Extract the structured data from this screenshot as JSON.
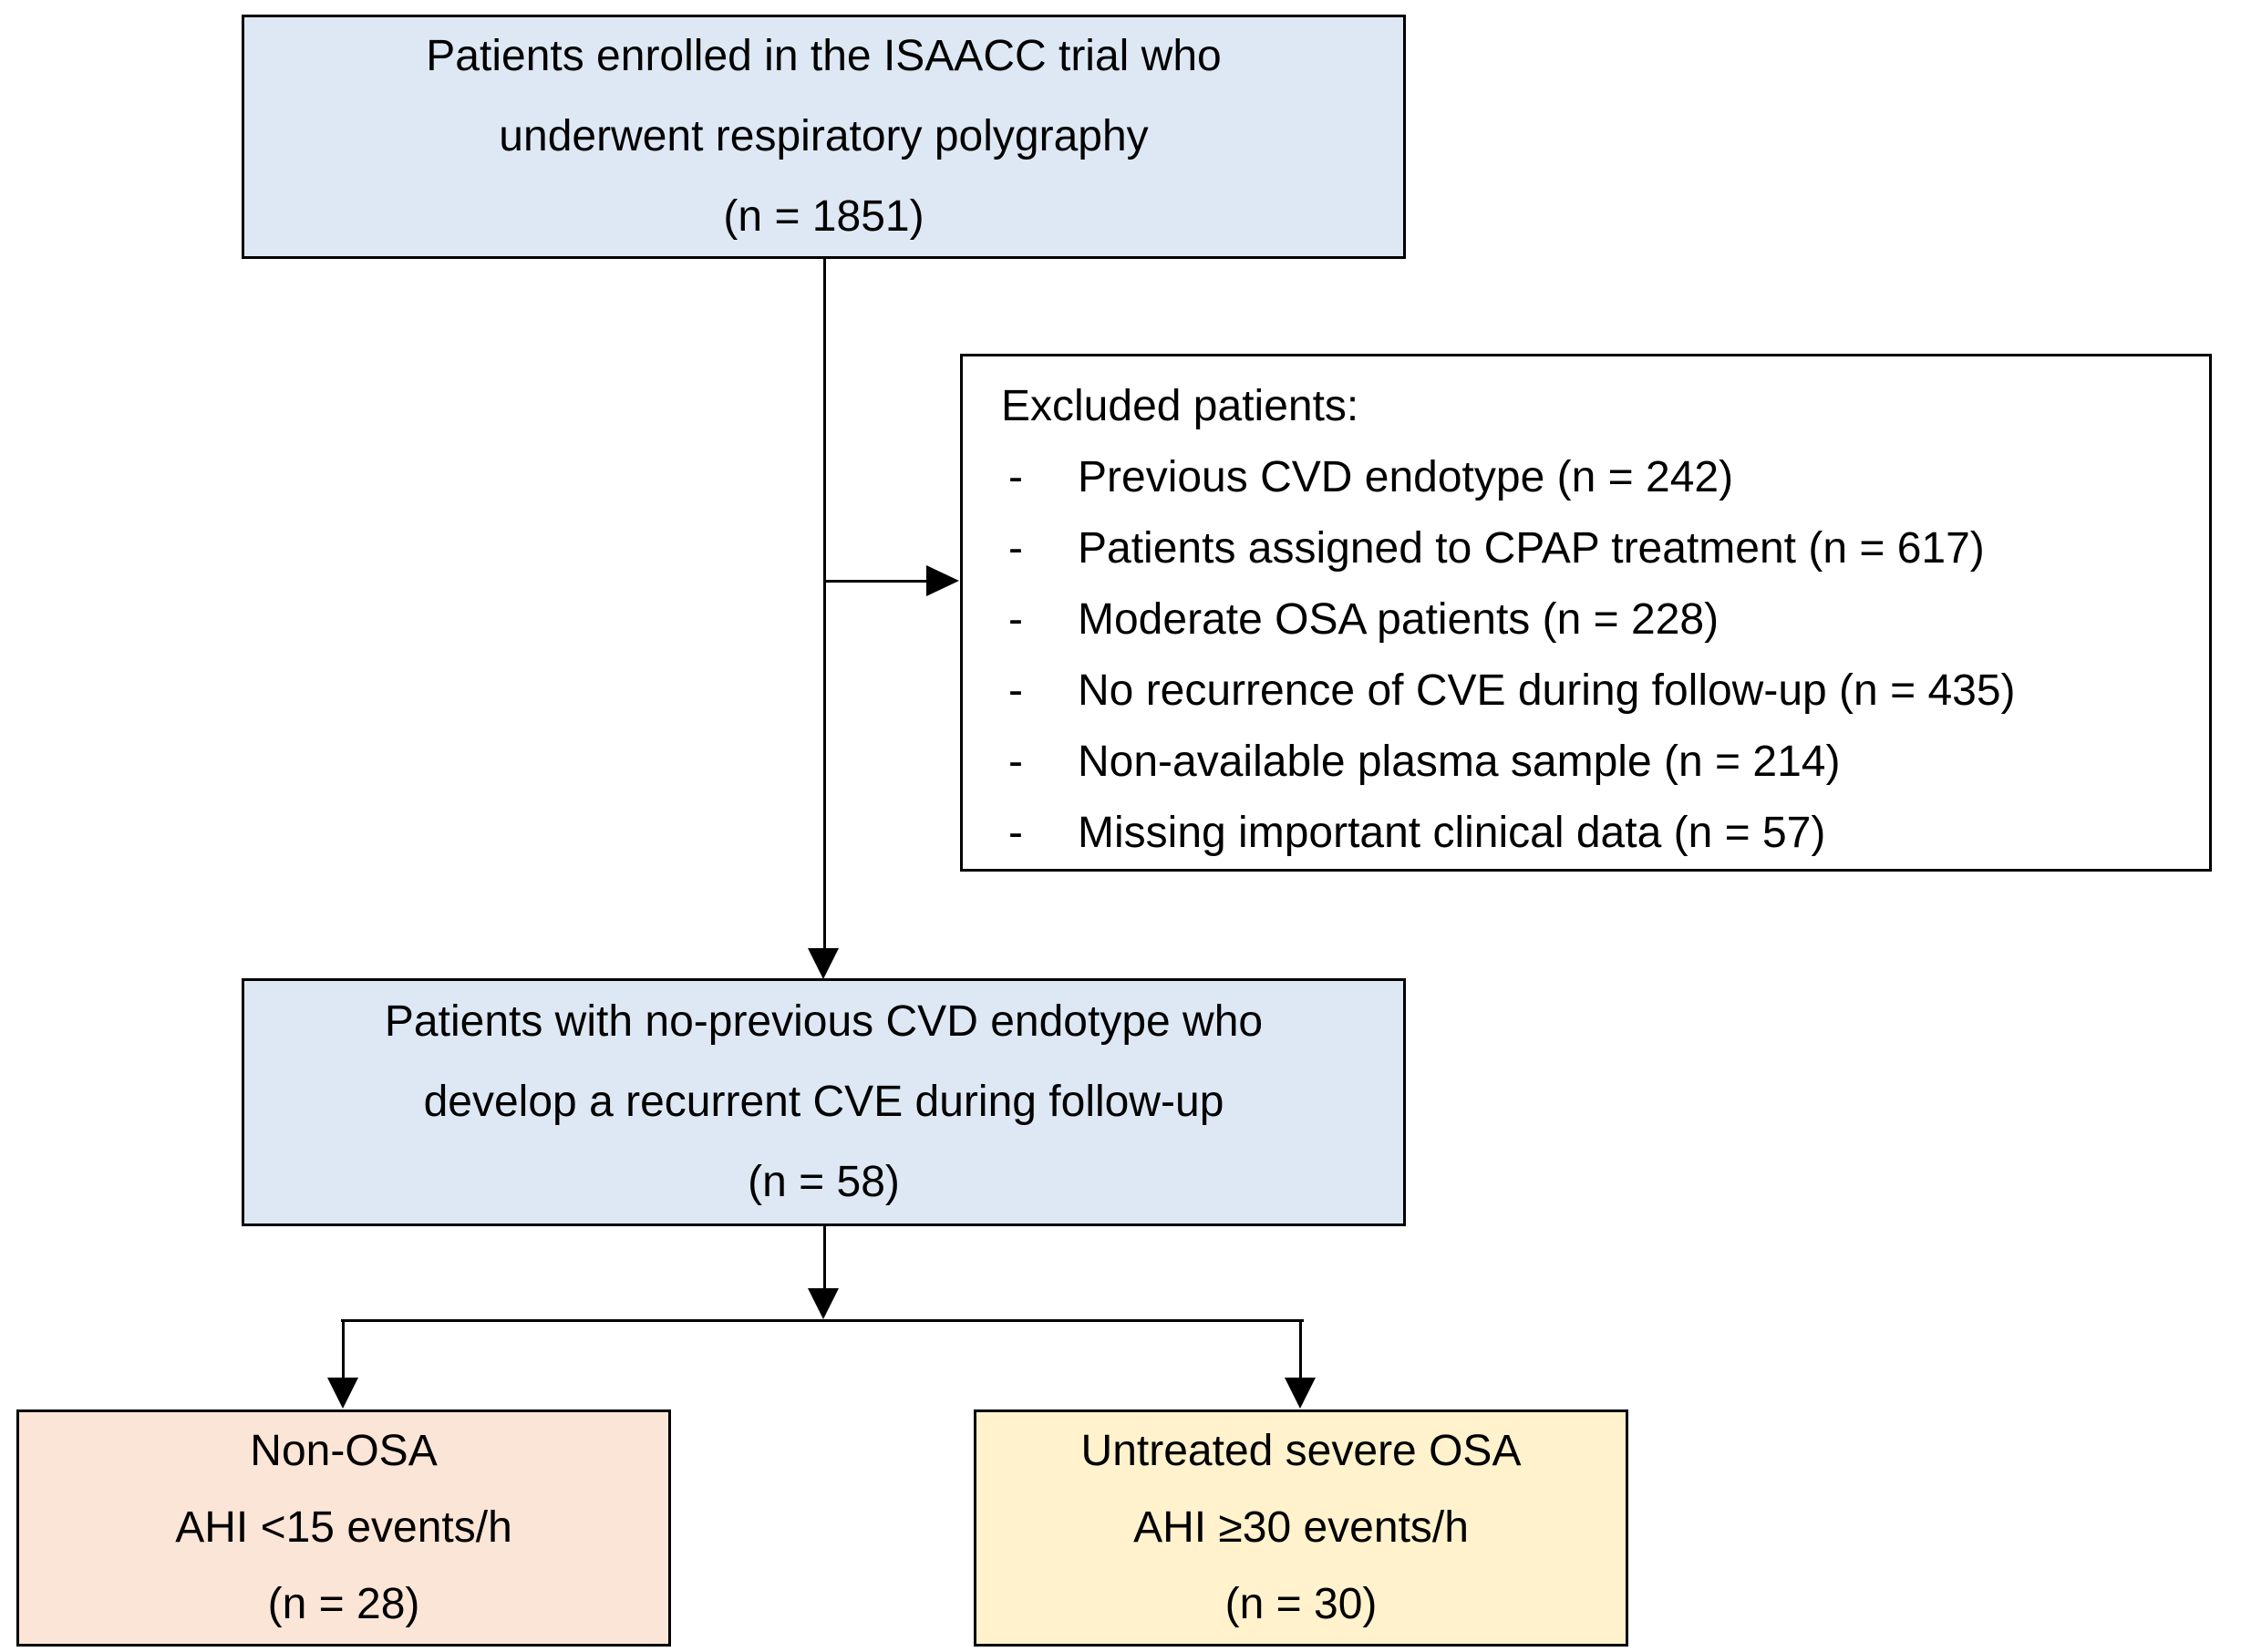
{
  "figure": {
    "type": "patient-flow-diagram",
    "boxes": {
      "enrolled": {
        "lines": [
          "Patients enrolled in the ISAACC trial who",
          "underwent respiratory polygraphy",
          "(n = 1851)"
        ],
        "fill": "#dde8f4"
      },
      "excluded": {
        "title": "Excluded patients:",
        "bullet": "-",
        "items": [
          "Previous CVD endotype (n = 242)",
          "Patients assigned to CPAP treatment (n = 617)",
          "Moderate OSA patients (n = 228)",
          "No recurrence of CVE during follow-up (n = 435)",
          "Non-available plasma sample (n = 214)",
          "Missing important clinical data (n = 57)"
        ],
        "fill": "#ffffff"
      },
      "cohort": {
        "lines": [
          "Patients with no-previous CVD endotype who",
          "develop a recurrent CVE during follow-up",
          "(n = 58)"
        ],
        "fill": "#dde8f4"
      },
      "non_osa": {
        "lines": [
          "Non-OSA",
          "AHI <15 events/h",
          "(n = 28)"
        ],
        "fill": "#fbe5d6"
      },
      "severe_osa": {
        "lines": [
          "Untreated severe OSA",
          "AHI ≥30 events/h",
          "(n = 30)"
        ],
        "fill": "#fff2cc"
      }
    },
    "colors": {
      "border": "#000000",
      "text": "#000000",
      "background": "#ffffff"
    }
  }
}
